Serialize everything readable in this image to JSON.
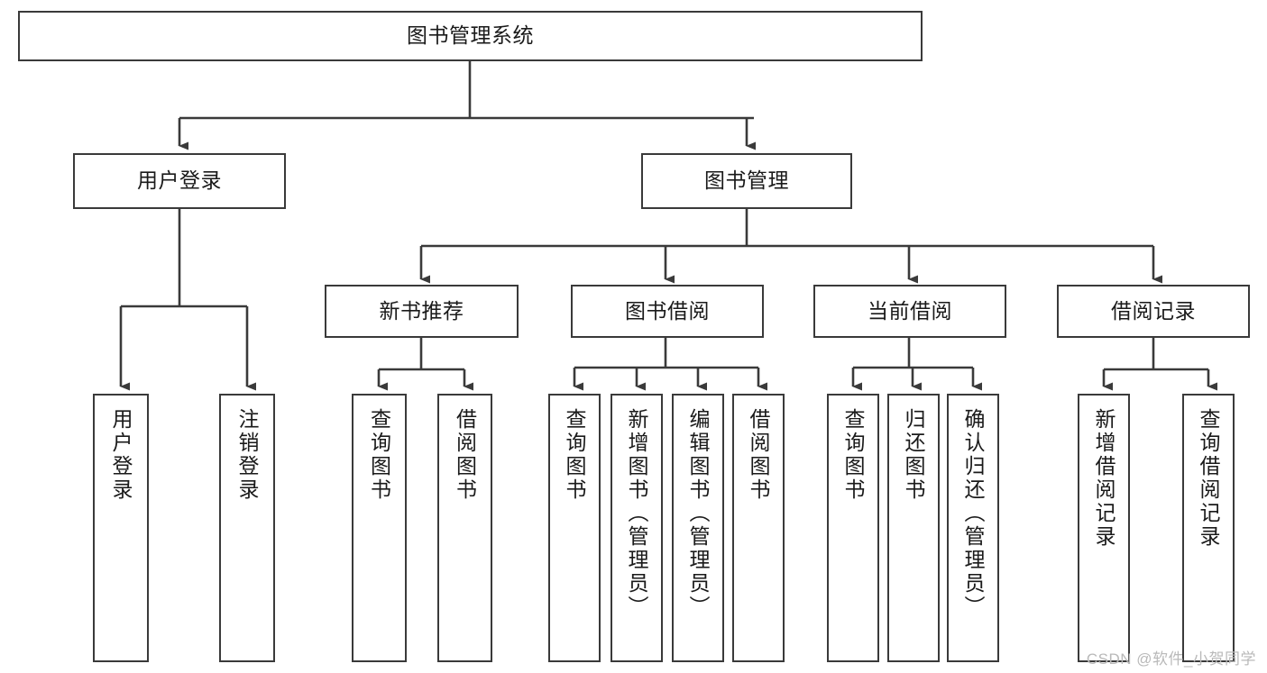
{
  "diagram": {
    "type": "tree",
    "title": "图书管理系统",
    "watermark": "CSDN @软件_小贺同学",
    "colors": {
      "background": "#ffffff",
      "node_border": "#3a3a3a",
      "node_fill": "#ffffff",
      "edge": "#3a3a3a",
      "text": "#1a1a1a",
      "watermark": "#b9b9b9"
    },
    "root": {
      "label": "图书管理系统",
      "orientation": "horizontal"
    },
    "level1": [
      {
        "label": "用户登录",
        "orientation": "horizontal"
      },
      {
        "label": "图书管理",
        "orientation": "horizontal"
      }
    ],
    "level2": [
      {
        "label": "新书推荐",
        "orientation": "horizontal"
      },
      {
        "label": "图书借阅",
        "orientation": "horizontal"
      },
      {
        "label": "当前借阅",
        "orientation": "horizontal"
      },
      {
        "label": "借阅记录",
        "orientation": "horizontal"
      }
    ],
    "leaves": {
      "user_login": [
        {
          "label": "用户登录",
          "orientation": "vertical"
        },
        {
          "label": "注销登录",
          "orientation": "vertical"
        }
      ],
      "new_book_recommend": [
        {
          "label": "查询图书",
          "orientation": "vertical"
        },
        {
          "label": "借阅图书",
          "orientation": "vertical"
        }
      ],
      "book_borrow": [
        {
          "label": "查询图书",
          "orientation": "vertical"
        },
        {
          "label": "新增图书（管理员）",
          "orientation": "vertical"
        },
        {
          "label": "编辑图书（管理员）",
          "orientation": "vertical"
        },
        {
          "label": "借阅图书",
          "orientation": "vertical"
        }
      ],
      "current_borrow": [
        {
          "label": "查询图书",
          "orientation": "vertical"
        },
        {
          "label": "归还图书",
          "orientation": "vertical"
        },
        {
          "label": "确认归还（管理员）",
          "orientation": "vertical"
        }
      ],
      "borrow_record": [
        {
          "label": "新增借阅记录",
          "orientation": "vertical"
        },
        {
          "label": "查询借阅记录",
          "orientation": "vertical"
        }
      ]
    }
  }
}
